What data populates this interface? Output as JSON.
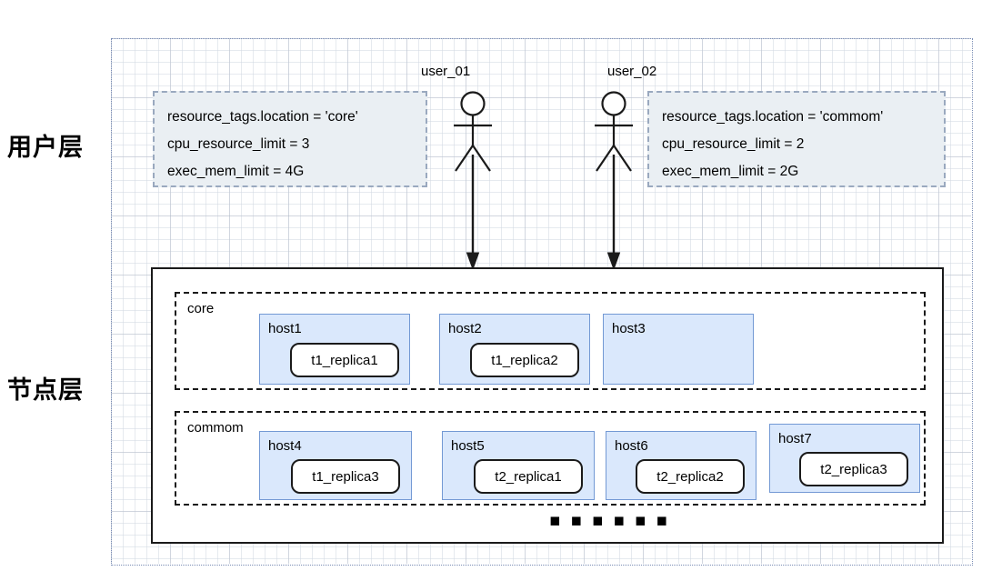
{
  "layers": {
    "user_layer_caption": "用户层",
    "node_layer_caption": "节点层"
  },
  "users": [
    {
      "name": "user_01",
      "properties": [
        "resource_tags.location = 'core'",
        "cpu_resource_limit = 3",
        "exec_mem_limit = 4G"
      ]
    },
    {
      "name": "user_02",
      "properties": [
        "resource_tags.location = 'commom'",
        "cpu_resource_limit = 2",
        "exec_mem_limit = 2G"
      ]
    }
  ],
  "zones": [
    {
      "label": "core",
      "hosts": [
        {
          "name": "host1",
          "replica": "t1_replica1"
        },
        {
          "name": "host2",
          "replica": "t1_replica2"
        },
        {
          "name": "host3",
          "replica": ""
        }
      ]
    },
    {
      "label": "commom",
      "hosts": [
        {
          "name": "host4",
          "replica": "t1_replica3"
        },
        {
          "name": "host5",
          "replica": "t2_replica1"
        },
        {
          "name": "host6",
          "replica": "t2_replica2"
        },
        {
          "name": "host7",
          "replica": "t2_replica3"
        }
      ]
    }
  ],
  "ellipsis": "▪ ▪ ▪ ▪ ▪ ▪",
  "colors": {
    "host_fill": "#dae8fc",
    "host_border": "#7399d4",
    "panel_fill": "#eaeff3",
    "panel_border": "#9aa9bf",
    "stroke": "#1a1a1a",
    "page_border": "#7a8db5"
  }
}
